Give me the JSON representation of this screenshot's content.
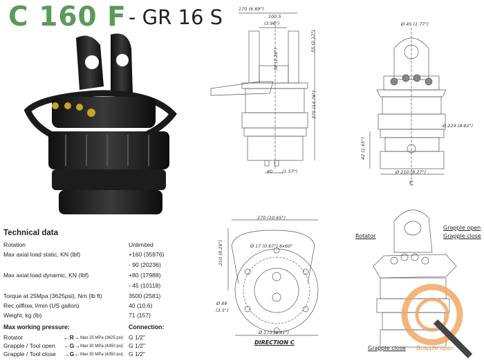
{
  "title": {
    "model": "C 160 F",
    "variant": "- GR 16 S"
  },
  "colors": {
    "brand_green": "#5b9a58",
    "orange": "#f0a35a",
    "text": "#222222"
  },
  "side_view": {
    "width": "170 (6.69\")",
    "inner_width_mm": "100.5",
    "inner_width_in": "(3.96\")",
    "top_height": "55 (2.17\")",
    "pin_height": "58 (2.28\")",
    "total_height": "375 (14.76\")",
    "port_spacing": "40",
    "port_spacing_in": "(1.57\")"
  },
  "front_view": {
    "pin_diameter": "Ø 45 (1.77\")",
    "body_diameter": "Ø 224 (8.82\")",
    "flange_height": "42 (1.65\")",
    "flange_diameter": "Ø 210 (8.27\")",
    "direction_marker": "C"
  },
  "bottom_view": {
    "width": "270 (10.65\")",
    "height": "210 (8.28\")",
    "holes": "Ø 17 (0.67\") 6x60°",
    "inner_diameter": "Ø 89",
    "inner_diameter_in": "(3.5\")",
    "bolt_circle": "Ø 173 (6.81\")",
    "caption": "DIRECTION C"
  },
  "iso_view": {
    "rotator": "Rotator",
    "grapple_open_top": "Grapple open",
    "grapple_close_top": "Grapple close",
    "grapple_close_bottom": "Grapple close",
    "grapple_open_bottom": "Grapple open"
  },
  "technical_data": {
    "heading": "Technical data",
    "rows": [
      {
        "label": "Rotation",
        "value": "Unlimited"
      },
      {
        "label": "Max axial load static, KN (lbf)",
        "value": "+160 (35976)"
      },
      {
        "label": "",
        "value": "- 90 (20236)"
      },
      {
        "label": "Max axial load dynamic, KN (lbf)",
        "value": "+80 (17988)"
      },
      {
        "label": "",
        "value": "- 45 (10118)"
      },
      {
        "label": "Torque at 25Mpa (3625psi), Nm (lb ft)",
        "value": "3500 (2581)"
      },
      {
        "label": "Rec oilflow, l/min (US gallon)",
        "value": "40 (10.6)"
      },
      {
        "label": "Weight, kg (lb)",
        "value": "71 (157)"
      }
    ],
    "pressure_heading": "Max working pressure:",
    "connection_heading": "Connection:",
    "pressure_rows": [
      {
        "label": "Rotator",
        "symbol": "←R→",
        "pressure": "Max 25 MPa (3625 psi)",
        "connection": "G 1/2\""
      },
      {
        "label": "Grapple / Tool open",
        "symbol": "←G→",
        "pressure": "Max 30 MPa (4350 psi)",
        "connection": "G 1/2\""
      },
      {
        "label": "Grapple / Tool close",
        "symbol": "→G←",
        "pressure": "Max 30 MPa (4350 psi)",
        "connection": "G 1/2\""
      }
    ]
  }
}
